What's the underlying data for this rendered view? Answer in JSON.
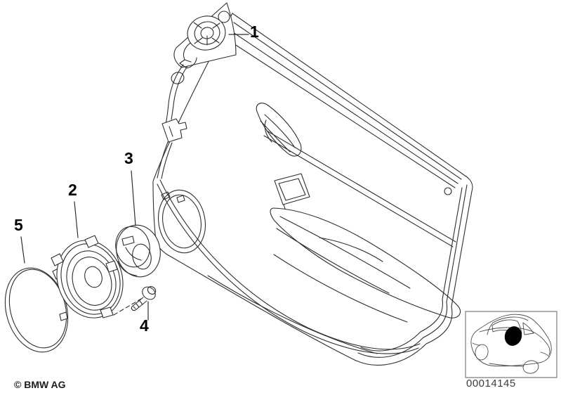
{
  "diagram": {
    "callouts": [
      {
        "id": "1",
        "label": "1",
        "part_name": "tweeter"
      },
      {
        "id": "2",
        "label": "2",
        "part_name": "loudspeaker"
      },
      {
        "id": "3",
        "label": "3",
        "part_name": "adapter-ring"
      },
      {
        "id": "4",
        "label": "4",
        "part_name": "screw"
      },
      {
        "id": "5",
        "label": "5",
        "part_name": "speaker-cover"
      }
    ]
  },
  "thumbnail": {
    "image_number": "00014145",
    "highlight_color": "#000000"
  },
  "footer": {
    "copyright": "© BMW AG"
  },
  "colors": {
    "background": "#ffffff",
    "line": "#2e2e2e",
    "thumbnail_border": "#7d7d7d"
  }
}
